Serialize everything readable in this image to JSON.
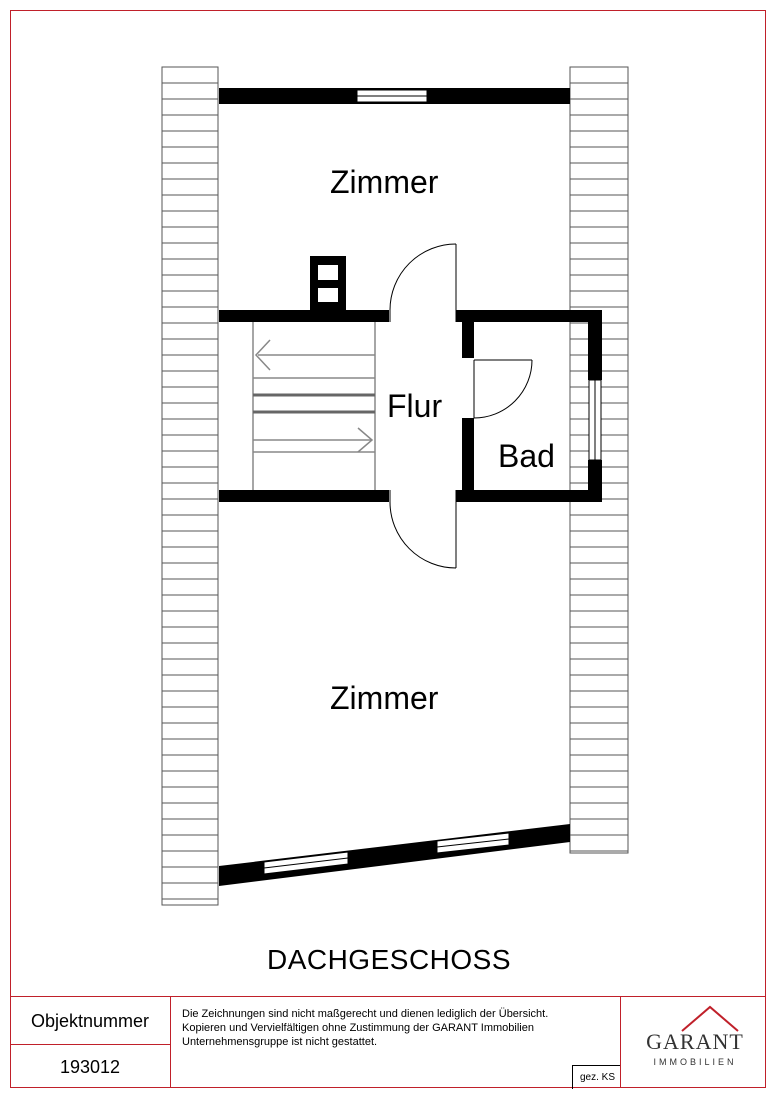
{
  "rooms": {
    "zimmer_top": "Zimmer",
    "flur": "Flur",
    "bad": "Bad",
    "zimmer_bottom": "Zimmer"
  },
  "title": "DACHGESCHOSS",
  "footer": {
    "object_label": "Objektnummer",
    "object_number": "193012",
    "disclaimer_line1": "Die Zeichnungen sind nicht maßgerecht und dienen lediglich der Übersicht.",
    "disclaimer_line2": "Kopieren und Vervielfältigen ohne Zustimmung der GARANT Immobilien",
    "disclaimer_line3": "Unternehmensgruppe ist nicht gestattet.",
    "drawn_by": "gez. KS"
  },
  "logo": {
    "name": "GARANT",
    "sub": "IMMOBILIEN"
  },
  "colors": {
    "frame": "#c0202a",
    "wall": "#000000",
    "roof": "#555555"
  }
}
